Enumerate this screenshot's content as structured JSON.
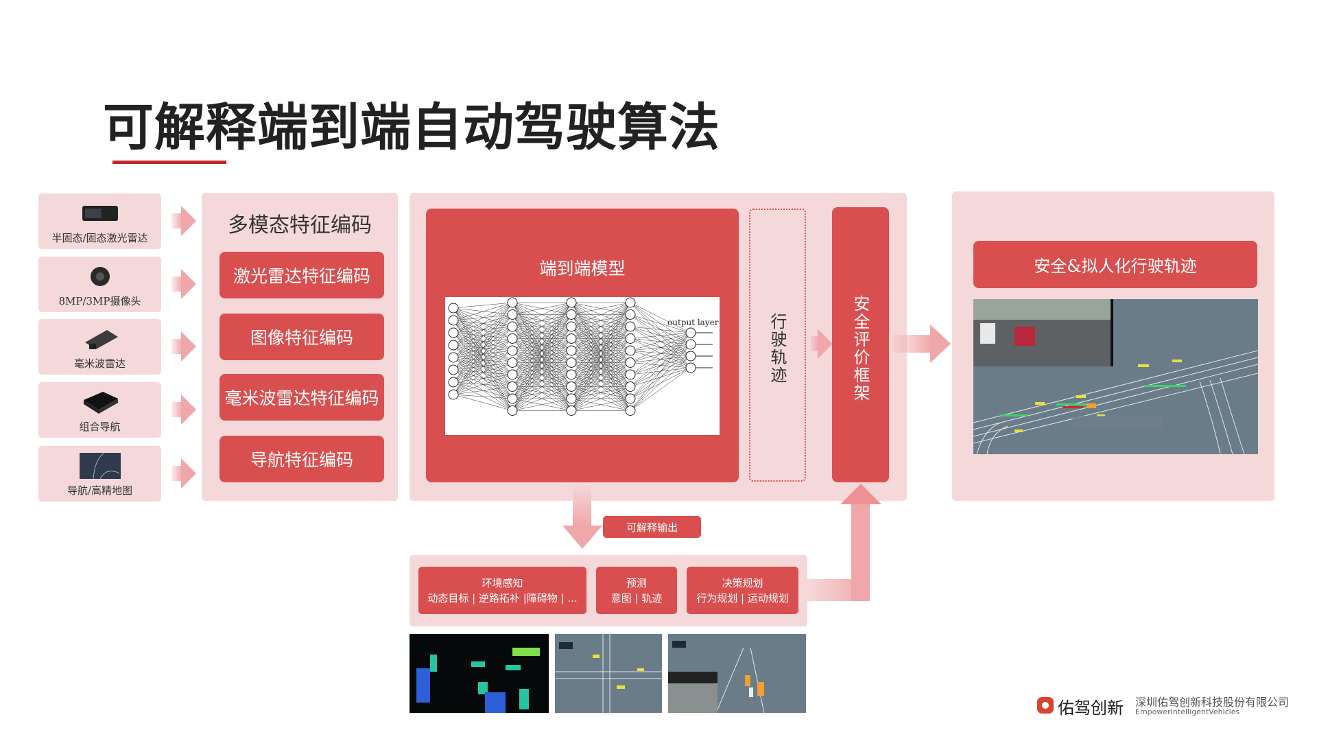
{
  "title": "可解释端到端自动驾驶算法",
  "colors": {
    "accent_red": "#d94f4f",
    "panel_pink": "#f5d9da",
    "arrow_pink": "#f0a7aa",
    "title_underline": "#c0282b"
  },
  "sensors": [
    {
      "label": "半固态/固态激光雷达",
      "icon": "lidar-icon"
    },
    {
      "label": "8MP/3MP摄像头",
      "icon": "camera-icon"
    },
    {
      "label": "毫米波雷达",
      "icon": "radar-icon"
    },
    {
      "label": "组合导航",
      "icon": "ins-icon"
    },
    {
      "label": "导航/高精地图",
      "icon": "map-icon"
    }
  ],
  "encoding": {
    "title": "多模态特征编码",
    "items": [
      "激光雷达特征编码",
      "图像特征编码",
      "毫米波雷达特征编码",
      "导航特征编码"
    ]
  },
  "model": {
    "title": "端到端模型",
    "nn": {
      "output_label": "output layer",
      "layer_sizes": [
        8,
        10,
        10,
        10,
        4
      ]
    },
    "trajectory": "行驶轨迹",
    "safety": "安全评价框架"
  },
  "result": {
    "title": "安全&拟人化行驶轨迹"
  },
  "explain": {
    "label": "可解释输出",
    "boxes": [
      {
        "title": "环境感知",
        "sub": "动态目标 | 逆路拓补 |障碍物 | ..."
      },
      {
        "title": "预测",
        "sub": "意图 | 轨迹"
      },
      {
        "title": "决策规划",
        "sub": "行为规划 | 运动规划"
      }
    ]
  },
  "footer": {
    "brand": "佑驾创新",
    "company": "深圳佑驾创新科技股份有限公司",
    "slogan": "EmpowerIntelligentVehicles"
  }
}
